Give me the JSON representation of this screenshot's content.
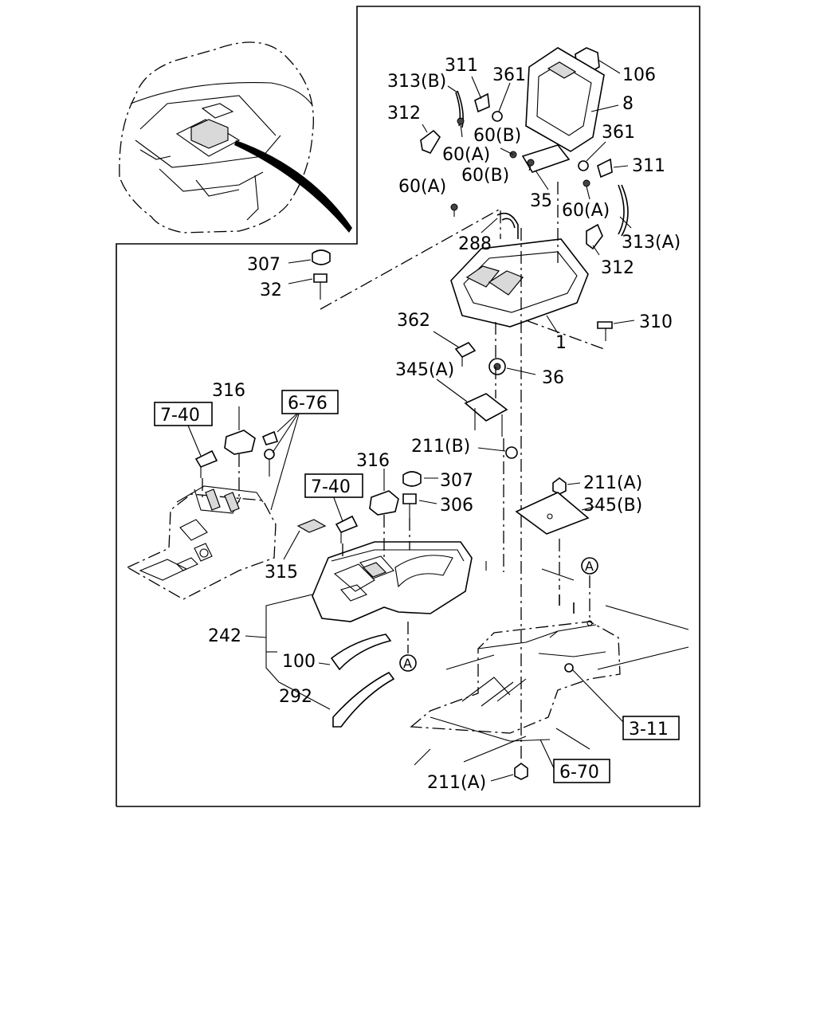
{
  "labels": {
    "p106": "106",
    "p8": "8",
    "p361a": "361",
    "p361b": "361",
    "p311a": "311",
    "p311b": "311",
    "p313b": "313(B)",
    "p313a": "313(A)",
    "p312a": "312",
    "p312b": "312",
    "p60b1": "60(B)",
    "p60b2": "60(B)",
    "p60a1": "60(A)",
    "p60a2": "60(A)",
    "p60a3": "60(A)",
    "p35": "35",
    "p288": "288",
    "p307a": "307",
    "p32": "32",
    "p310": "310",
    "p1": "1",
    "p362": "362",
    "p345a": "345(A)",
    "p36": "36",
    "p316a": "316",
    "p211b": "211(B)",
    "p316b": "316",
    "p307b": "307",
    "p306": "306",
    "p211a1": "211(A)",
    "p345b": "345(B)",
    "p315": "315",
    "p242": "242",
    "p100": "100",
    "p292": "292",
    "p211a2": "211(A)"
  },
  "refs": {
    "r740a": "7-40",
    "r676": "6-76",
    "r740b": "7-40",
    "r311": "3-11",
    "r670": "6-70"
  },
  "markers": {
    "a1": "A",
    "a2": "A"
  }
}
